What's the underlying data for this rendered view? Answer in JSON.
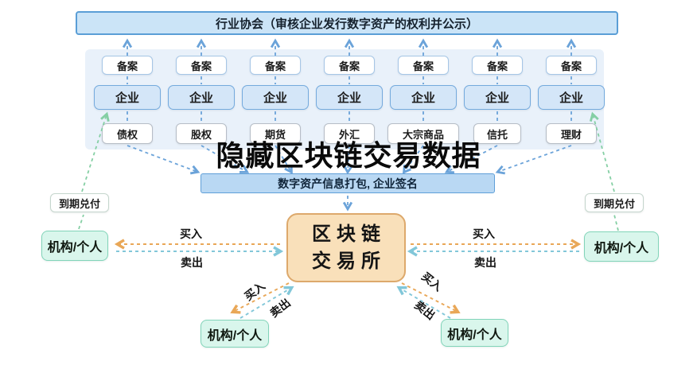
{
  "banner": {
    "label": "行业协会（审核企业发行数字资产的权利并公示）"
  },
  "overlay_title": "隐藏区块链交易数据",
  "columns": [
    {
      "filing": "备案",
      "company": "企业",
      "product": "债权"
    },
    {
      "filing": "备案",
      "company": "企业",
      "product": "股权"
    },
    {
      "filing": "备案",
      "company": "企业",
      "product": "期货"
    },
    {
      "filing": "备案",
      "company": "企业",
      "product": "外汇"
    },
    {
      "filing": "备案",
      "company": "企业",
      "product": "大宗商品"
    },
    {
      "filing": "备案",
      "company": "企业",
      "product": "信托"
    },
    {
      "filing": "备案",
      "company": "企业",
      "product": "理财"
    }
  ],
  "package_label": "数字资产信息打包, 企业签名",
  "exchange": {
    "line1": "区块链",
    "line2": "交易所"
  },
  "sides": {
    "left": {
      "redeem": "到期兑付",
      "entity": "机构/个人",
      "buy": "买入",
      "sell": "卖出"
    },
    "right": {
      "redeem": "到期兑付",
      "entity": "机构/个人",
      "buy": "买入",
      "sell": "卖出"
    },
    "bottom_left": {
      "entity": "机构/个人",
      "buy": "买入",
      "sell": "卖出"
    },
    "bottom_right": {
      "entity": "机构/个人",
      "buy": "买入",
      "sell": "卖出"
    }
  },
  "colors": {
    "banner_fill": "#cbe4f7",
    "banner_border": "#5a9ed6",
    "panel_fill": "#e9f1fa",
    "company_fill": "#d4e6f8",
    "company_border": "#74aadd",
    "package_fill": "#b9d8f3",
    "package_border": "#5f9fd8",
    "exchange_fill": "#f9e0ba",
    "exchange_border": "#dda96c",
    "entity_fill": "#d9f6ec",
    "entity_border": "#82d4b9",
    "arrow_blue": "#6ba3d9",
    "arrow_green": "#85cfa4",
    "arrow_orange": "#e9a757",
    "arrow_teal": "#82c7d9"
  }
}
